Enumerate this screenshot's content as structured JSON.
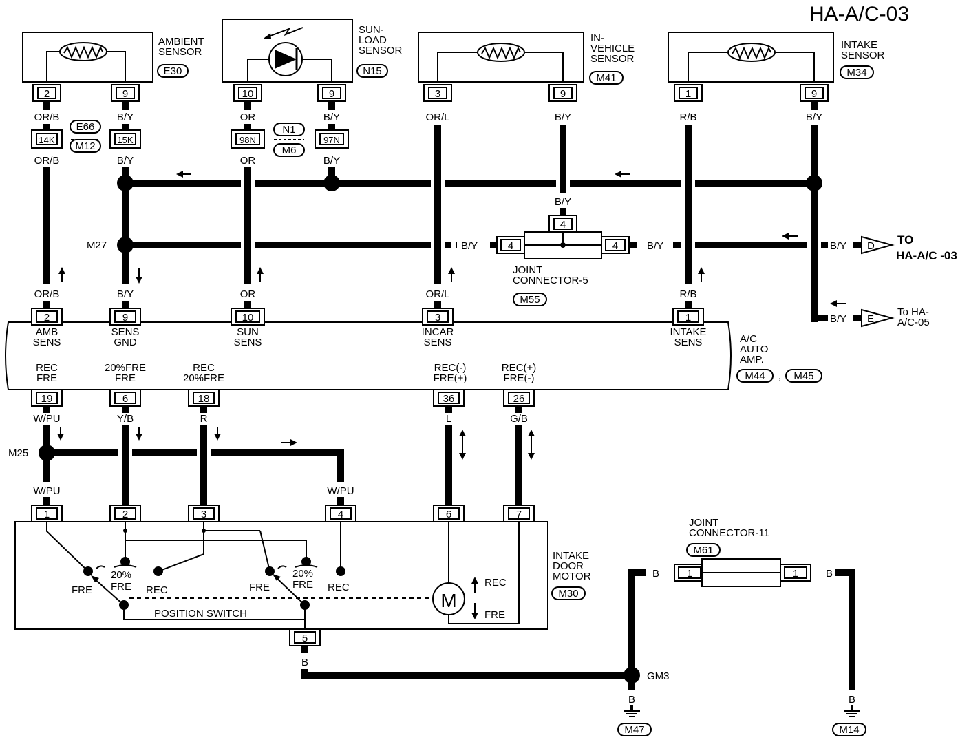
{
  "title": "HA-A/C-03",
  "sensors": {
    "ambient": {
      "name_lines": [
        "AMBIENT",
        "SENSOR"
      ],
      "connector": "E30",
      "pins": [
        "2",
        "9"
      ]
    },
    "sunload": {
      "name_lines": [
        "SUN-",
        "LOAD",
        "SENSOR"
      ],
      "connector": "N15",
      "pins": [
        "10",
        "9"
      ]
    },
    "invehicle": {
      "name_lines": [
        "IN-",
        "VEHICLE",
        "SENSOR"
      ],
      "connector": "M41",
      "pins": [
        "3",
        "9"
      ]
    },
    "intake": {
      "name_lines": [
        "INTAKE",
        "SENSOR"
      ],
      "connector": "M34",
      "pins": [
        "1",
        "9"
      ]
    }
  },
  "wire_colors": {
    "orb": "OR/B",
    "by": "B/Y",
    "or": "OR",
    "orl": "OR/L",
    "rb": "R/B",
    "wpu": "W/PU",
    "yb": "Y/B",
    "r": "R",
    "l": "L",
    "gb": "G/B",
    "b": "B"
  },
  "inline": {
    "pins": [
      "14K",
      "15K",
      "98N",
      "97N"
    ],
    "conn_a": [
      "E66",
      "M12"
    ],
    "conn_b": [
      "N1",
      "M6"
    ]
  },
  "splices": {
    "m27": "M27",
    "m25": "M25",
    "gm3": "GM3"
  },
  "joint5": {
    "name_lines": [
      "JOINT",
      "CONNECTOR-5"
    ],
    "connector": "M55",
    "pins": [
      "4",
      "4",
      "4"
    ]
  },
  "offpage": {
    "d_letter": "D",
    "d_lines": [
      "TO",
      "HA-A/C -03"
    ],
    "e_letter": "E",
    "e_lines": [
      "To HA-",
      "A/C-05"
    ]
  },
  "amp": {
    "name_lines": [
      "A/C",
      "AUTO",
      "AMP."
    ],
    "connectors": [
      "M44",
      "M45"
    ],
    "connector_sep": ",",
    "top_pins": [
      "2",
      "9",
      "10",
      "3",
      "1"
    ],
    "top_labels": [
      [
        "AMB",
        "SENS"
      ],
      [
        "SENS",
        "GND"
      ],
      [
        "SUN",
        "SENS"
      ],
      [
        "INCAR",
        "SENS"
      ],
      [
        "INTAKE",
        "SENS"
      ]
    ],
    "bottom_pins": [
      "19",
      "6",
      "18",
      "36",
      "26"
    ],
    "bottom_labels": [
      [
        "REC",
        "FRE"
      ],
      [
        "20%FRE",
        "FRE"
      ],
      [
        "REC",
        "20%FRE"
      ],
      [
        "REC(-)",
        "FRE(+)"
      ],
      [
        "REC(+)",
        "FRE(-)"
      ]
    ]
  },
  "motor": {
    "name_lines": [
      "INTAKE",
      "DOOR",
      "MOTOR"
    ],
    "connector": "M30",
    "pins": [
      "1",
      "2",
      "3",
      "4",
      "6",
      "7",
      "5"
    ],
    "m_symbol": "M",
    "rec": "REC",
    "fre": "FRE",
    "pct20": "20%",
    "position_switch": "POSITION SWITCH"
  },
  "joint11": {
    "name_lines": [
      "JOINT",
      "CONNECTOR-11"
    ],
    "connector": "M61",
    "pins": [
      "1",
      "1"
    ]
  },
  "grounds": [
    "M47",
    "M14"
  ]
}
